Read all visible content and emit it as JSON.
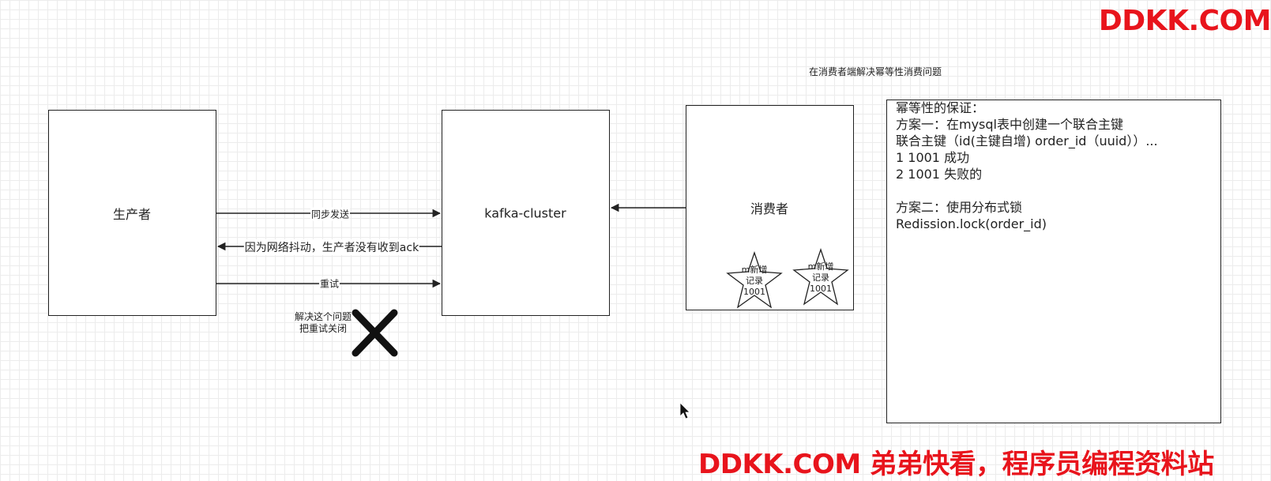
{
  "nodes": {
    "producer": "生产者",
    "cluster": "kafka-cluster",
    "consumer": "消费者"
  },
  "edges": {
    "sync_send": "同步发送",
    "network_jitter": "因为网络抖动，生产者没有收到ack",
    "retry": "重试"
  },
  "annotations": {
    "solve_line1": "解决这个问题",
    "solve_line2": "把重试关闭",
    "consumer_caption": "在消费者端解决幂等性消费问题"
  },
  "stars": [
    {
      "text": "m新增\n记录\n1001"
    },
    {
      "text": "m新增\n记录\n1001"
    }
  ],
  "note": {
    "lines": [
      "幂等性的保证：",
      "方案一：在mysql表中创建一个联合主键",
      "联合主键（id(主键自增) order_id（uuid））...",
      "1 1001 成功",
      "2 1001 失败的",
      "",
      "方案二：使用分布式锁",
      "Redission.lock(order_id)"
    ]
  },
  "watermarks": {
    "top": "DDKK.COM",
    "bottom": "DDKK.COM 弟弟快看，程序员编程资料站"
  },
  "colors": {
    "stroke": "#222222",
    "watermark": "#e8141c",
    "grid": "#ececec"
  },
  "icons": {
    "cross": "x-mark-icon",
    "cursor": "mouse-pointer-icon",
    "star": "star-shape-icon"
  }
}
